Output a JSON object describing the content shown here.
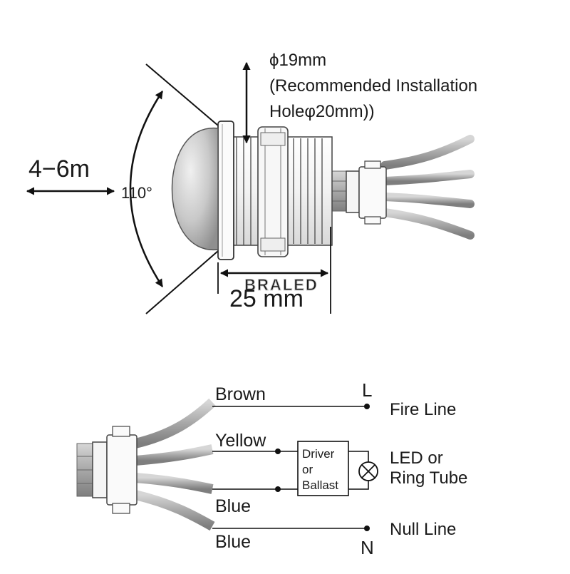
{
  "top": {
    "diameter": "ϕ19mm",
    "hole_line1": "(Recommended Installation",
    "hole_line2": "Holeφ20mm))",
    "range": "4−6m",
    "angle": "110°",
    "length": "25 mm",
    "watermark": "BRALED"
  },
  "wiring": {
    "wire_brown": "Brown",
    "wire_yellow": "Yellow",
    "wire_blue_1": "Blue",
    "wire_blue_2": "Blue",
    "terminal_l": "L",
    "terminal_n": "N",
    "fire_line": "Fire Line",
    "null_line": "Null Line",
    "driver_line1": "Driver",
    "driver_line2": "or",
    "driver_line3": "Ballast",
    "led_line1": "LED or",
    "led_line2": "Ring Tube"
  }
}
